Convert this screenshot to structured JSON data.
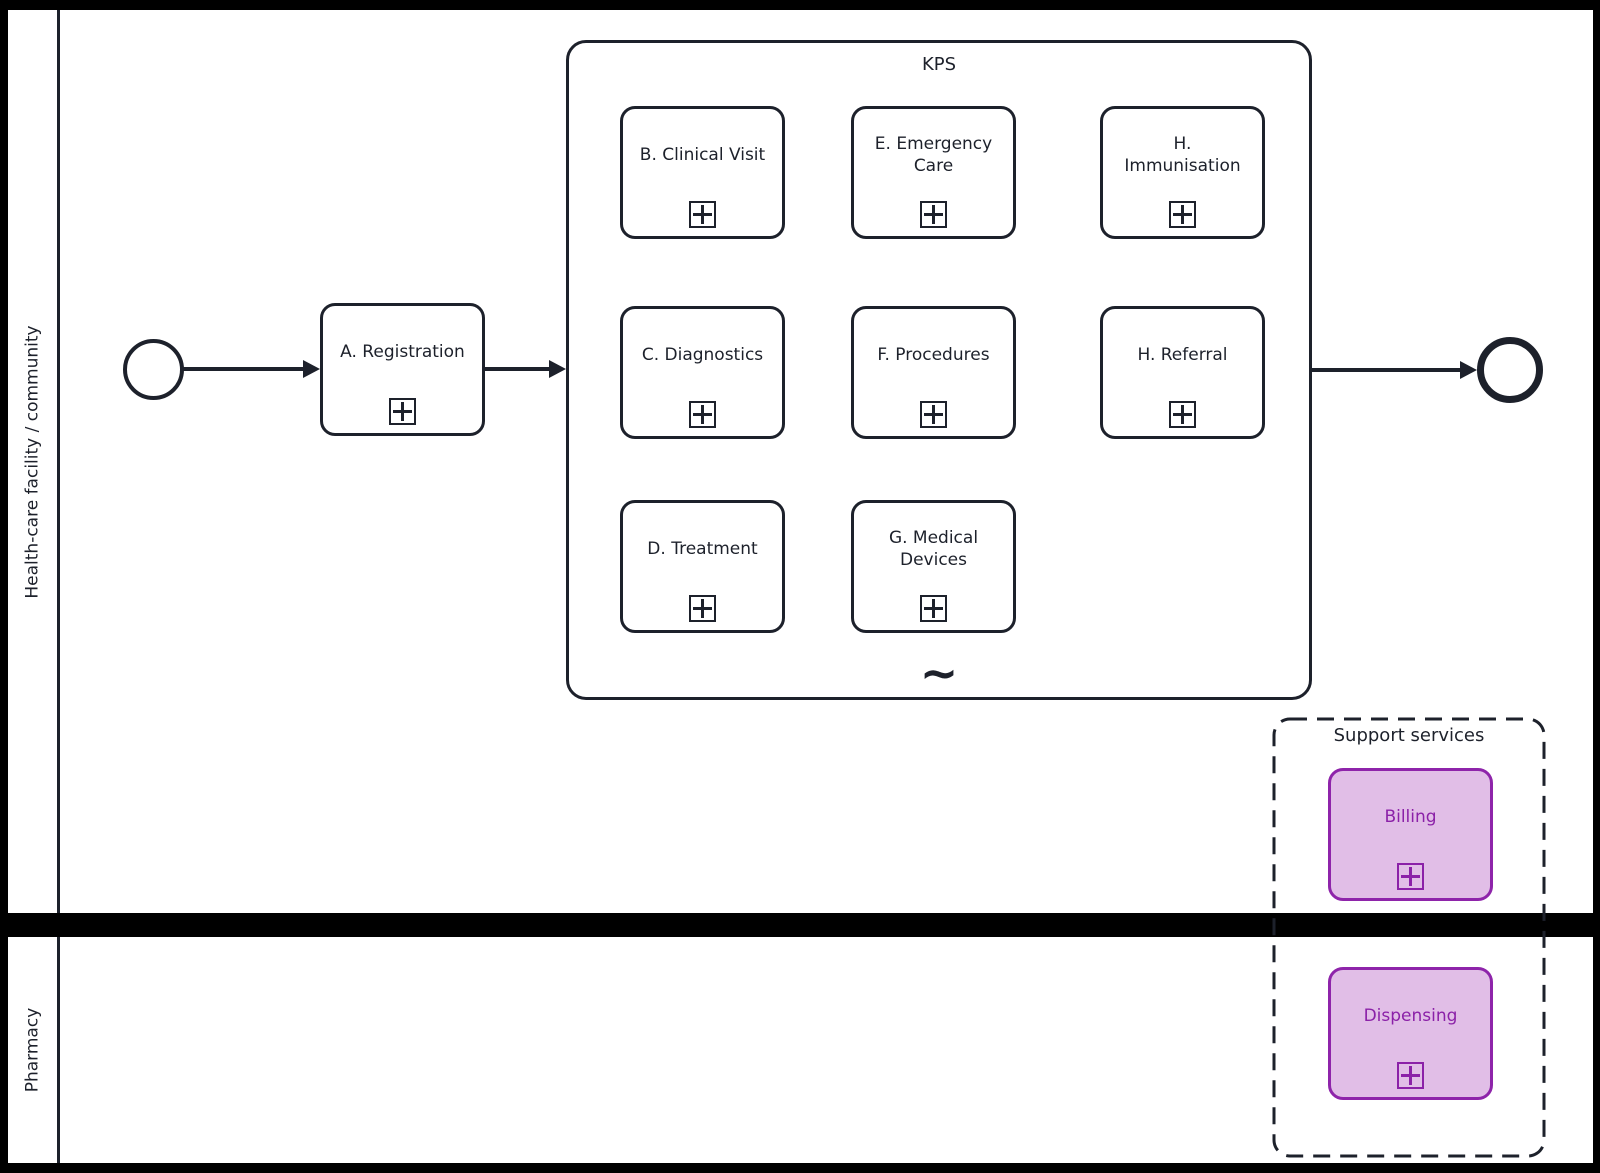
{
  "lanes": [
    {
      "label": "Health-care facility / community"
    },
    {
      "label": "Pharmacy"
    }
  ],
  "process": {
    "registration": {
      "label": "A. Registration"
    },
    "kps": {
      "label": "KPS",
      "adhoc_marker": "~",
      "children": [
        {
          "label": "B. Clinical Visit"
        },
        {
          "label": "E. Emergency\nCare"
        },
        {
          "label": "H.\nImmunisation"
        },
        {
          "label": "C. Diagnostics"
        },
        {
          "label": "F. Procedures"
        },
        {
          "label": "H. Referral"
        },
        {
          "label": "D. Treatment"
        },
        {
          "label": "G. Medical\nDevices"
        }
      ]
    },
    "support_group": {
      "label": "Support services",
      "billing": {
        "label": "Billing"
      },
      "dispensing": {
        "label": "Dispensing"
      }
    }
  },
  "colors": {
    "stroke_dark": "#1d212b",
    "purple_stroke": "#8E24AA",
    "purple_fill": "#E1BEE7",
    "purple_text": "#8B21A8",
    "lane_fill": "#ffffff",
    "background": "#000000"
  }
}
